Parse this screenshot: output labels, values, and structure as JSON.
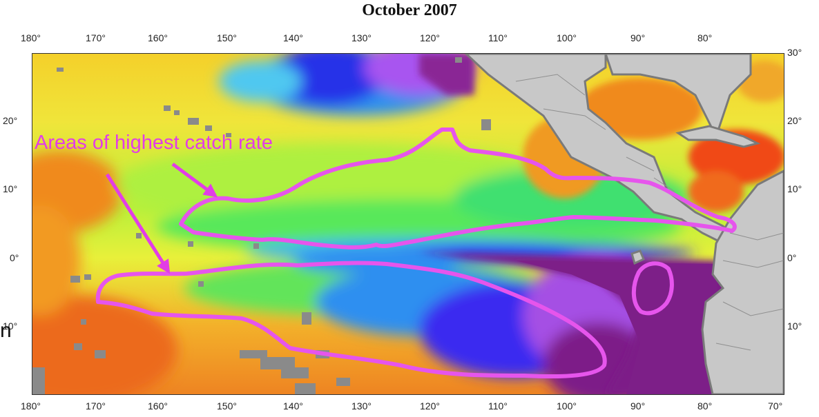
{
  "title": "October 2007",
  "top_longitudes": [
    "180°",
    "170°",
    "160°",
    "150°",
    "140°",
    "130°",
    "120°",
    "110°",
    "100°",
    "90°",
    "80°"
  ],
  "bottom_longitudes": [
    "180°",
    "170°",
    "160°",
    "150°",
    "140°",
    "130°",
    "120°",
    "110°",
    "100°",
    "90°",
    "80°",
    "70°"
  ],
  "left_latitudes": [
    "20°",
    "10°",
    "0°",
    "10°"
  ],
  "right_latitudes": [
    "30°",
    "20°",
    "10°",
    "0°",
    "10°"
  ],
  "annotation": {
    "text": "Areas of highest catch rate",
    "color": "#e23de6"
  },
  "cropped_text": "n",
  "colors": {
    "land": "#c8c8c8",
    "coastline": "#7a7a7a",
    "highlight": "#e655ec",
    "warm": "#f08a1e",
    "moderate": "#e8f03a",
    "cool": "#3a2bf0",
    "coldest": "#7d1f88"
  },
  "map_extent": {
    "lon_range": [
      "180°",
      "70°"
    ],
    "lat_range": [
      "-20°",
      "30°"
    ]
  }
}
